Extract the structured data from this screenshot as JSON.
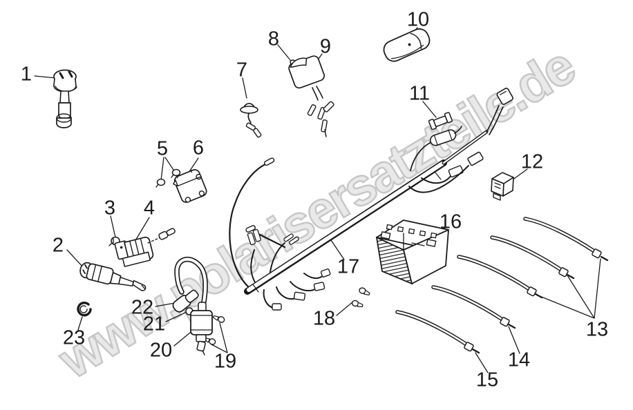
{
  "watermark": {
    "text": "www.polarisersatzteile.de"
  },
  "colors": {
    "line": "#1a1a1a",
    "wm_fill": "#e7e7e7",
    "wm_stroke": "#c2c2c2",
    "bg": "#ffffff"
  },
  "diagram": {
    "type": "exploded-parts-diagram",
    "subject": "electrical wire harness assembly"
  },
  "parts": {
    "p1": {
      "label": "1"
    },
    "p2": {
      "label": "2"
    },
    "p3": {
      "label": "3"
    },
    "p4": {
      "label": "4"
    },
    "p5": {
      "label": "5"
    },
    "p6": {
      "label": "6"
    },
    "p7": {
      "label": "7"
    },
    "p8": {
      "label": "8"
    },
    "p9": {
      "label": "9"
    },
    "p10": {
      "label": "10"
    },
    "p11": {
      "label": "11"
    },
    "p12": {
      "label": "12"
    },
    "p13": {
      "label": "13"
    },
    "p14": {
      "label": "14"
    },
    "p15": {
      "label": "15"
    },
    "p16": {
      "label": "16"
    },
    "p17": {
      "label": "17"
    },
    "p18": {
      "label": "18"
    },
    "p19": {
      "label": "19"
    },
    "p20": {
      "label": "20"
    },
    "p21": {
      "label": "21"
    },
    "p22": {
      "label": "22"
    },
    "p23": {
      "label": "23"
    }
  }
}
